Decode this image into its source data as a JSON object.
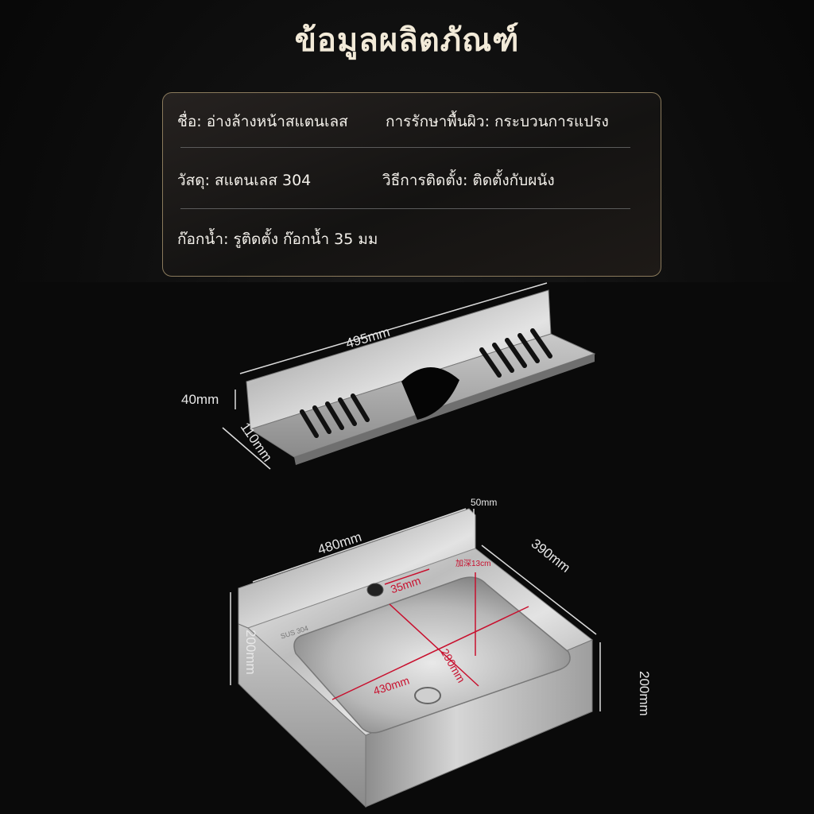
{
  "title": "ข้อมูลผลิตภัณฑ์",
  "info": {
    "name": "ชื่อ: อ่างล้างหน้าสแตนเลส",
    "finish": "การรักษาพื้นผิว: กระบวนการแปรง",
    "material": "วัสดุ: สแตนเลส 304",
    "install": "วิธีการติดตั้ง: ติดตั้งกับผนัง",
    "faucet": "ก๊อกน้ำ: รูติดตั้ง ก๊อกน้ำ 35 มม"
  },
  "shelf": {
    "length": "495mm",
    "height": "40mm",
    "depth": "110mm"
  },
  "sink": {
    "width": "480mm",
    "splash": "50mm",
    "depth": "390mm",
    "height_left": "200mm",
    "height_right": "200mm",
    "hole": "35mm",
    "bowl_width": "430mm",
    "bowl_depth": "290mm",
    "deepen": "加深13cm",
    "stamp": "SUS 304"
  },
  "colors": {
    "accent_red": "#c8102e",
    "panel_border": "#8a7a5c"
  }
}
